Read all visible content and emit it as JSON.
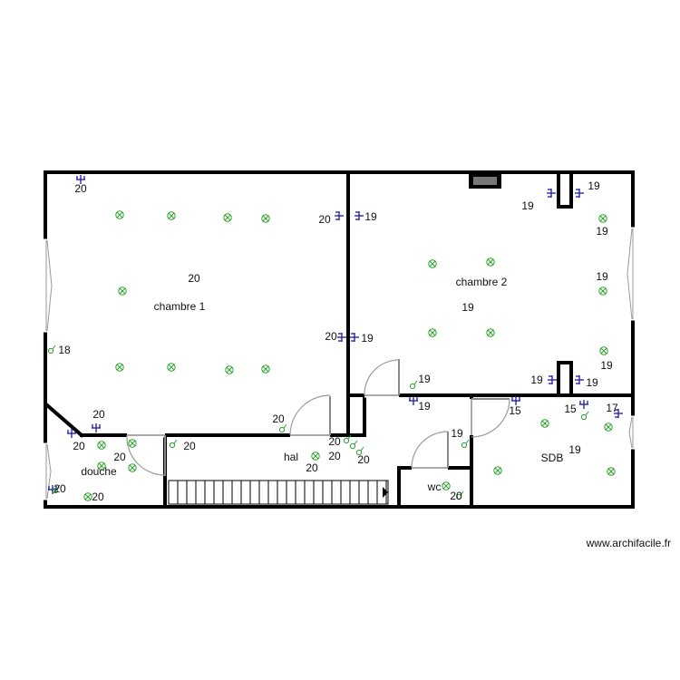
{
  "rooms": {
    "chambre1": "chambre 1",
    "chambre2": "chambre 2",
    "douche": "douche",
    "hal": "hal",
    "wc": "wc",
    "sdb": "SDB"
  },
  "numbers": [
    "20",
    "20",
    "20",
    "19",
    "18",
    "20",
    "19",
    "20",
    "20",
    "20",
    "20",
    "19",
    "19",
    "19",
    "19",
    "19",
    "19",
    "19",
    "19",
    "19",
    "19",
    "15",
    "15",
    "17",
    "19",
    "20",
    "20",
    "20",
    "20",
    "20",
    "20",
    "20",
    "19",
    "20"
  ],
  "watermark": "www.archifacile.fr",
  "colors": {
    "wall": "#000000",
    "outlet": "#1a1aa6",
    "light": "#2aa02a",
    "door": "#9a9a9a"
  },
  "icons": {
    "light": "light-point-icon",
    "outlet": "outlet-icon",
    "switch": "switch-icon",
    "door": "door-swing-icon",
    "window": "window-icon",
    "fireplace": "fireplace-icon",
    "stairs": "stairs-icon"
  }
}
